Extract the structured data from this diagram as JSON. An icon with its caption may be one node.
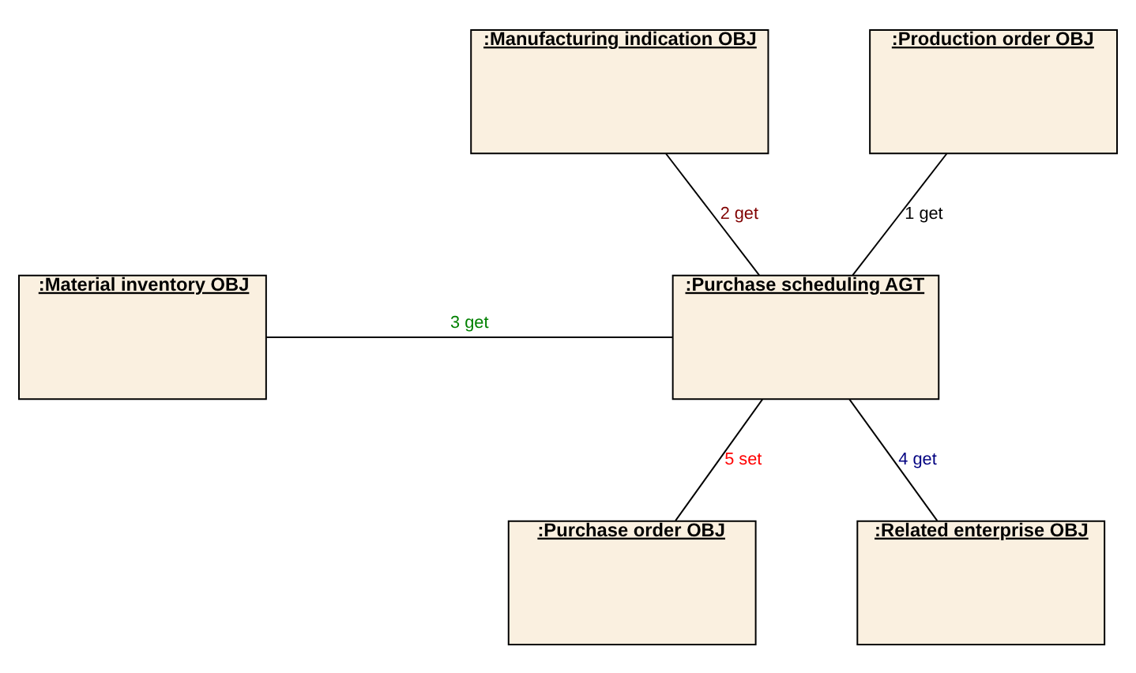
{
  "diagram": {
    "nodes": [
      {
        "text": [
          ":Manufacturing indication OBJ"
        ]
      },
      {
        "text": [
          ":Production order OBJ"
        ]
      },
      {
        "text": [
          ":Purchase scheduling AGT"
        ]
      },
      {
        "text": [
          ":Material inventory OBJ"
        ]
      },
      {
        "text": [
          ":Related enterprise OBJ"
        ]
      },
      {
        "text": [
          ":Purchase order OBJ"
        ]
      }
    ],
    "edges": [
      {
        "from": 1,
        "to": 2,
        "arrow": "none",
        "label": "1 get"
      },
      {
        "from": 0,
        "to": 2,
        "arrow": "none",
        "label": "2 get"
      },
      {
        "from": 3,
        "to": 2,
        "arrow": "none",
        "label": "3 get"
      },
      {
        "from": 4,
        "to": 2,
        "arrow": "none",
        "label": "4 get"
      },
      {
        "from": 2,
        "to": 5,
        "arrow": "none",
        "label": "5 set"
      }
    ]
  }
}
